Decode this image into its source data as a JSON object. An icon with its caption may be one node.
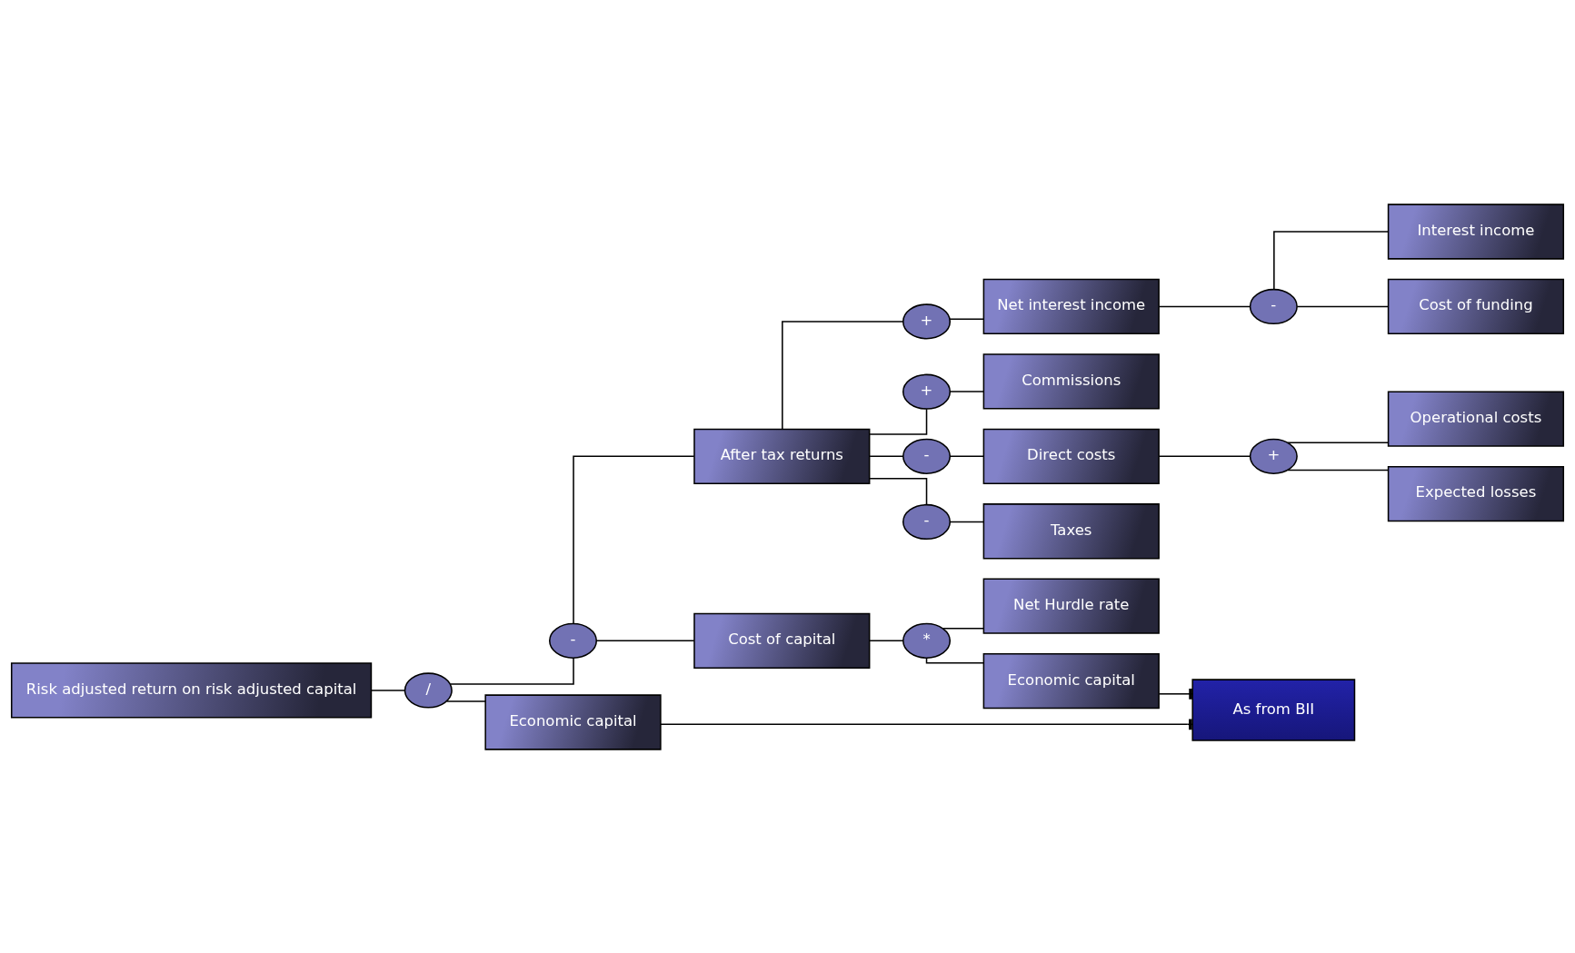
{
  "diagram": {
    "nodes": [
      {
        "text": [
          "Risk adjusted return on risk adjusted capital"
        ]
      },
      {
        "text": [
          "/"
        ]
      },
      {
        "text": [
          "-"
        ]
      },
      {
        "text": [
          "After tax returns"
        ]
      },
      {
        "text": [
          "+"
        ]
      },
      {
        "text": [
          "Net interest income"
        ]
      },
      {
        "text": [
          "-"
        ]
      },
      {
        "text": [
          "Interest income"
        ]
      },
      {
        "text": [
          "Cost of funding"
        ]
      },
      {
        "text": [
          "+"
        ]
      },
      {
        "text": [
          "Commissions"
        ]
      },
      {
        "text": [
          "-"
        ]
      },
      {
        "text": [
          "Direct costs"
        ]
      },
      {
        "text": [
          "+"
        ]
      },
      {
        "text": [
          "Operational costs"
        ]
      },
      {
        "text": [
          "Expected losses"
        ]
      },
      {
        "text": [
          "-"
        ]
      },
      {
        "text": [
          "Taxes"
        ]
      },
      {
        "text": [
          "Cost of capital"
        ]
      },
      {
        "text": [
          "*"
        ]
      },
      {
        "text": [
          "Net Hurdle rate"
        ]
      },
      {
        "text": [
          "Economic capital"
        ]
      },
      {
        "text": [
          "Economic capital"
        ]
      },
      {
        "text": [
          "As from BII"
        ]
      }
    ],
    "edges": [
      {
        "from": 0,
        "to": 1,
        "arrow": "none"
      },
      {
        "from": 1,
        "to": 2,
        "arrow": "none"
      },
      {
        "from": 1,
        "to": 22,
        "arrow": "none"
      },
      {
        "from": 2,
        "to": 3,
        "arrow": "none"
      },
      {
        "from": 2,
        "to": 18,
        "arrow": "none"
      },
      {
        "from": 3,
        "to": 4,
        "arrow": "none"
      },
      {
        "from": 3,
        "to": 9,
        "arrow": "none"
      },
      {
        "from": 3,
        "to": 11,
        "arrow": "none"
      },
      {
        "from": 3,
        "to": 16,
        "arrow": "none"
      },
      {
        "from": 4,
        "to": 5,
        "arrow": "none"
      },
      {
        "from": 5,
        "to": 6,
        "arrow": "none"
      },
      {
        "from": 6,
        "to": 7,
        "arrow": "none"
      },
      {
        "from": 6,
        "to": 8,
        "arrow": "none"
      },
      {
        "from": 9,
        "to": 10,
        "arrow": "none"
      },
      {
        "from": 11,
        "to": 12,
        "arrow": "none"
      },
      {
        "from": 12,
        "to": 13,
        "arrow": "none"
      },
      {
        "from": 13,
        "to": 14,
        "arrow": "none"
      },
      {
        "from": 13,
        "to": 15,
        "arrow": "none"
      },
      {
        "from": 16,
        "to": 17,
        "arrow": "none"
      },
      {
        "from": 18,
        "to": 19,
        "arrow": "none"
      },
      {
        "from": 19,
        "to": 20,
        "arrow": "none"
      },
      {
        "from": 19,
        "to": 21,
        "arrow": "none"
      },
      {
        "from": 21,
        "to": 23,
        "arrow": "other"
      },
      {
        "from": 22,
        "to": 23,
        "arrow": "other"
      }
    ]
  }
}
